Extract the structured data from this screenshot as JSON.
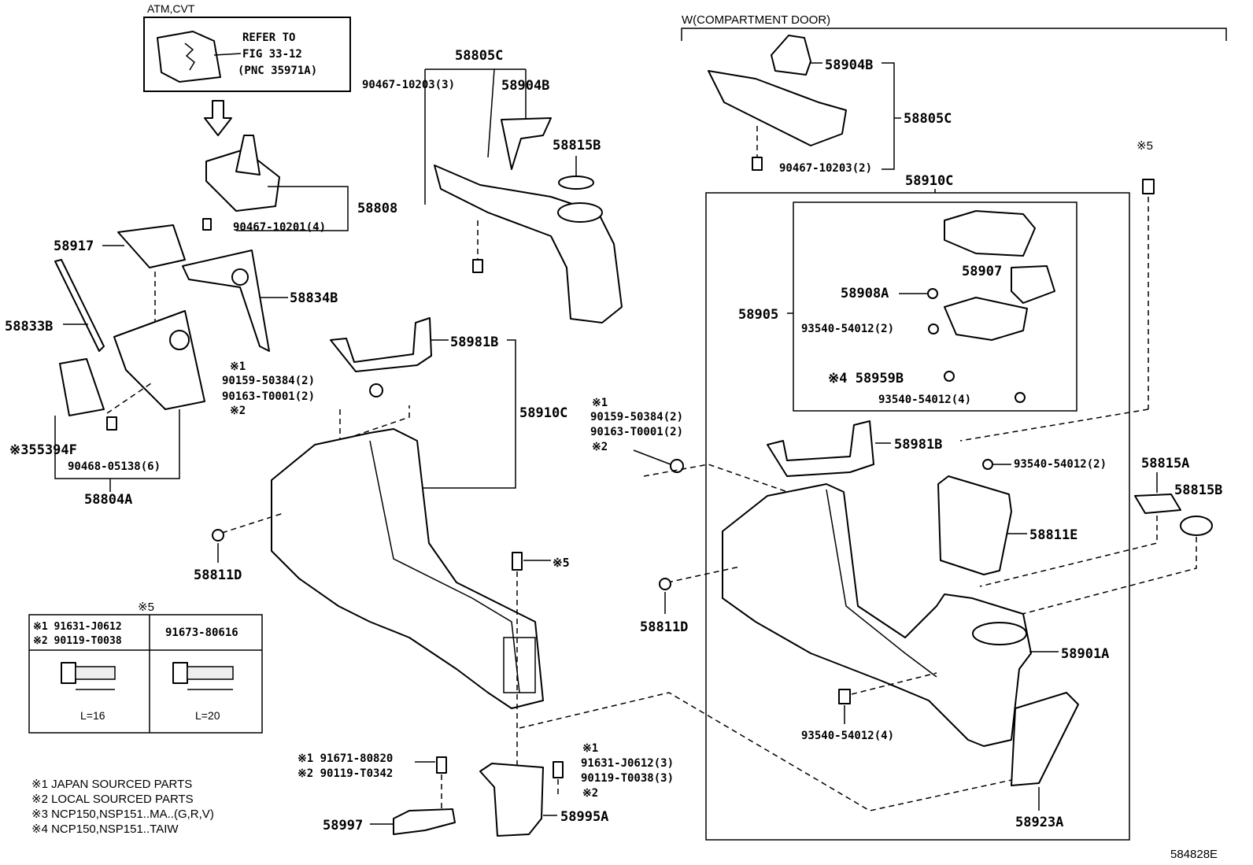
{
  "figure_code": "584828E",
  "sections": {
    "atm_cvt": "ATM,CVT",
    "compartment": "W(COMPARTMENT DOOR)",
    "note5": "※5"
  },
  "refer_box": {
    "line1": "REFER TO",
    "line2": "FIG 33-12",
    "line3": "(PNC 35971A)"
  },
  "callouts": {
    "c58805C_top": "58805C",
    "c90467_10203_3": "90467-10203(3)",
    "c58904B_left": "58904B",
    "c58815B_top": "58815B",
    "c58808": "58808",
    "c90467_10201": "90467-10201(4)",
    "c58917": "58917",
    "c58834B": "58834B",
    "c58833B": "58833B",
    "c55394F": "※355394F",
    "c90468": "90468-05138(6)",
    "c58804A": "58804A",
    "c58981B_left": "58981B",
    "c58910C_left": "58910C",
    "c_x1_left": "※1",
    "c90159_left": "90159-50384(2)",
    "c90163_left": "90163-T0001(2)",
    "c_x2_left": "※2",
    "c58811D_left": "58811D",
    "c_x5_mid": "※5",
    "c_x1_mid": "※1",
    "c90159_mid": "90159-50384(2)",
    "c90163_mid": "90163-T0001(2)",
    "c_x2_mid": "※2",
    "c58904B_right": "58904B",
    "c58805C_right": "58805C",
    "c90467_10203_2": "90467-10203(2)",
    "c58910C_right": "58910C",
    "c58907": "58907",
    "c58908A": "58908A",
    "c58905": "58905",
    "c93540_2a": "93540-54012(2)",
    "c58959B": "※4 58959B",
    "c93540_4a": "93540-54012(4)",
    "c58981B_right": "58981B",
    "c93540_2b": "93540-54012(2)",
    "c58815A": "58815A",
    "c58815B_right": "58815B",
    "c58811E": "58811E",
    "c58811D_right": "58811D",
    "c58901A": "58901A",
    "c93540_4b": "93540-54012(4)",
    "c58923A": "58923A",
    "c91671": "※1 91671-80820",
    "c90119_T0342": "※2 90119-T0342",
    "c_x1_bot": "※1",
    "c91631_3": "91631-J0612(3)",
    "c90119_3": "90119-T0038(3)",
    "c_x2_bot": "※2",
    "c58997": "58997",
    "c58995A": "58995A"
  },
  "bolt_table": {
    "title": "※5",
    "col1_line1": "※1 91631-J0612",
    "col1_line2": "※2 90119-T0038",
    "col2": "91673-80616",
    "len1": "L=16",
    "len2": "L=20"
  },
  "notes": [
    "※1 JAPAN SOURCED PARTS",
    "※2 LOCAL SOURCED PARTS",
    "※3 NCP150,NSP151..MA..(G,R,V)",
    "※4 NCP150,NSP151..TAIW"
  ]
}
